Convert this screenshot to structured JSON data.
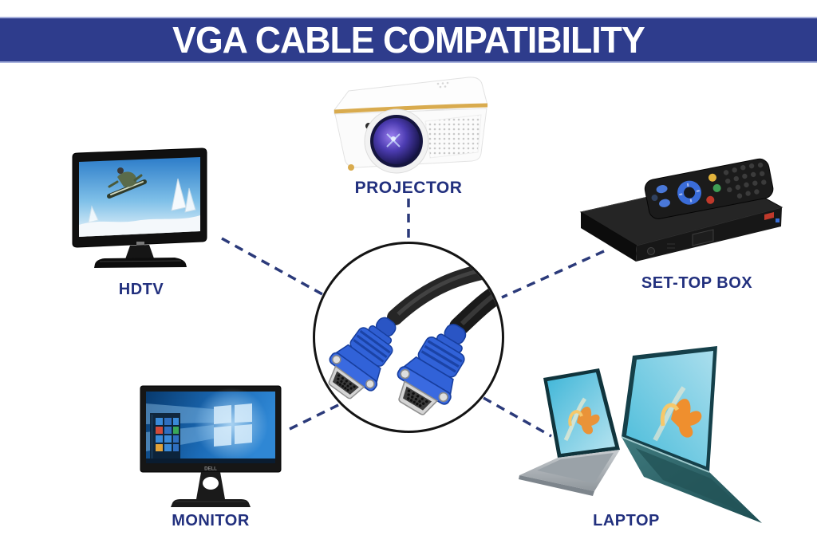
{
  "banner": {
    "title": "VGA CABLE COMPATIBILITY",
    "bg_color": "#2e3c8c",
    "text_color": "#ffffff"
  },
  "devices": {
    "projector": {
      "label": "PROJECTOR"
    },
    "hdtv": {
      "label": "HDTV"
    },
    "settop": {
      "label": "SET-TOP BOX"
    },
    "monitor": {
      "label": "MONITOR",
      "brand": "DELL"
    },
    "laptop": {
      "label": "LAPTOP"
    }
  },
  "center": {
    "name": "vga-cable",
    "connector_color": "#3162d8",
    "cable_color": "#1a1a1a",
    "circle_border": "#141414"
  },
  "colors": {
    "label_text": "#22307e",
    "dashed_line": "#2b3a7a",
    "gold_trim": "#d9ab4e"
  }
}
